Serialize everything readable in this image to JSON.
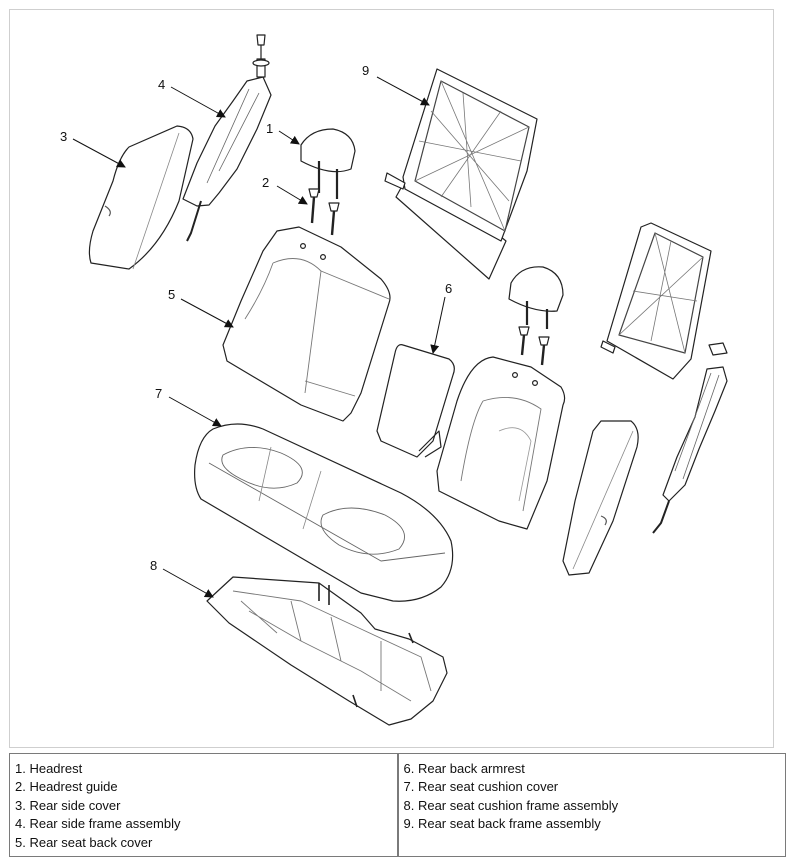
{
  "callouts": {
    "c1": "1",
    "c2": "2",
    "c3": "3",
    "c4": "4",
    "c5": "5",
    "c6": "6",
    "c7": "7",
    "c8": "8",
    "c9": "9"
  },
  "legend": {
    "left": [
      "1. Headrest",
      "2. Headrest guide",
      "3. Rear side cover",
      "4. Rear side frame assembly",
      "5. Rear seat back cover"
    ],
    "right": [
      "6. Rear back armrest",
      "7. Rear seat cushion cover",
      "8. Rear seat cushion frame assembly",
      "9. Rear seat back frame assembly"
    ]
  }
}
